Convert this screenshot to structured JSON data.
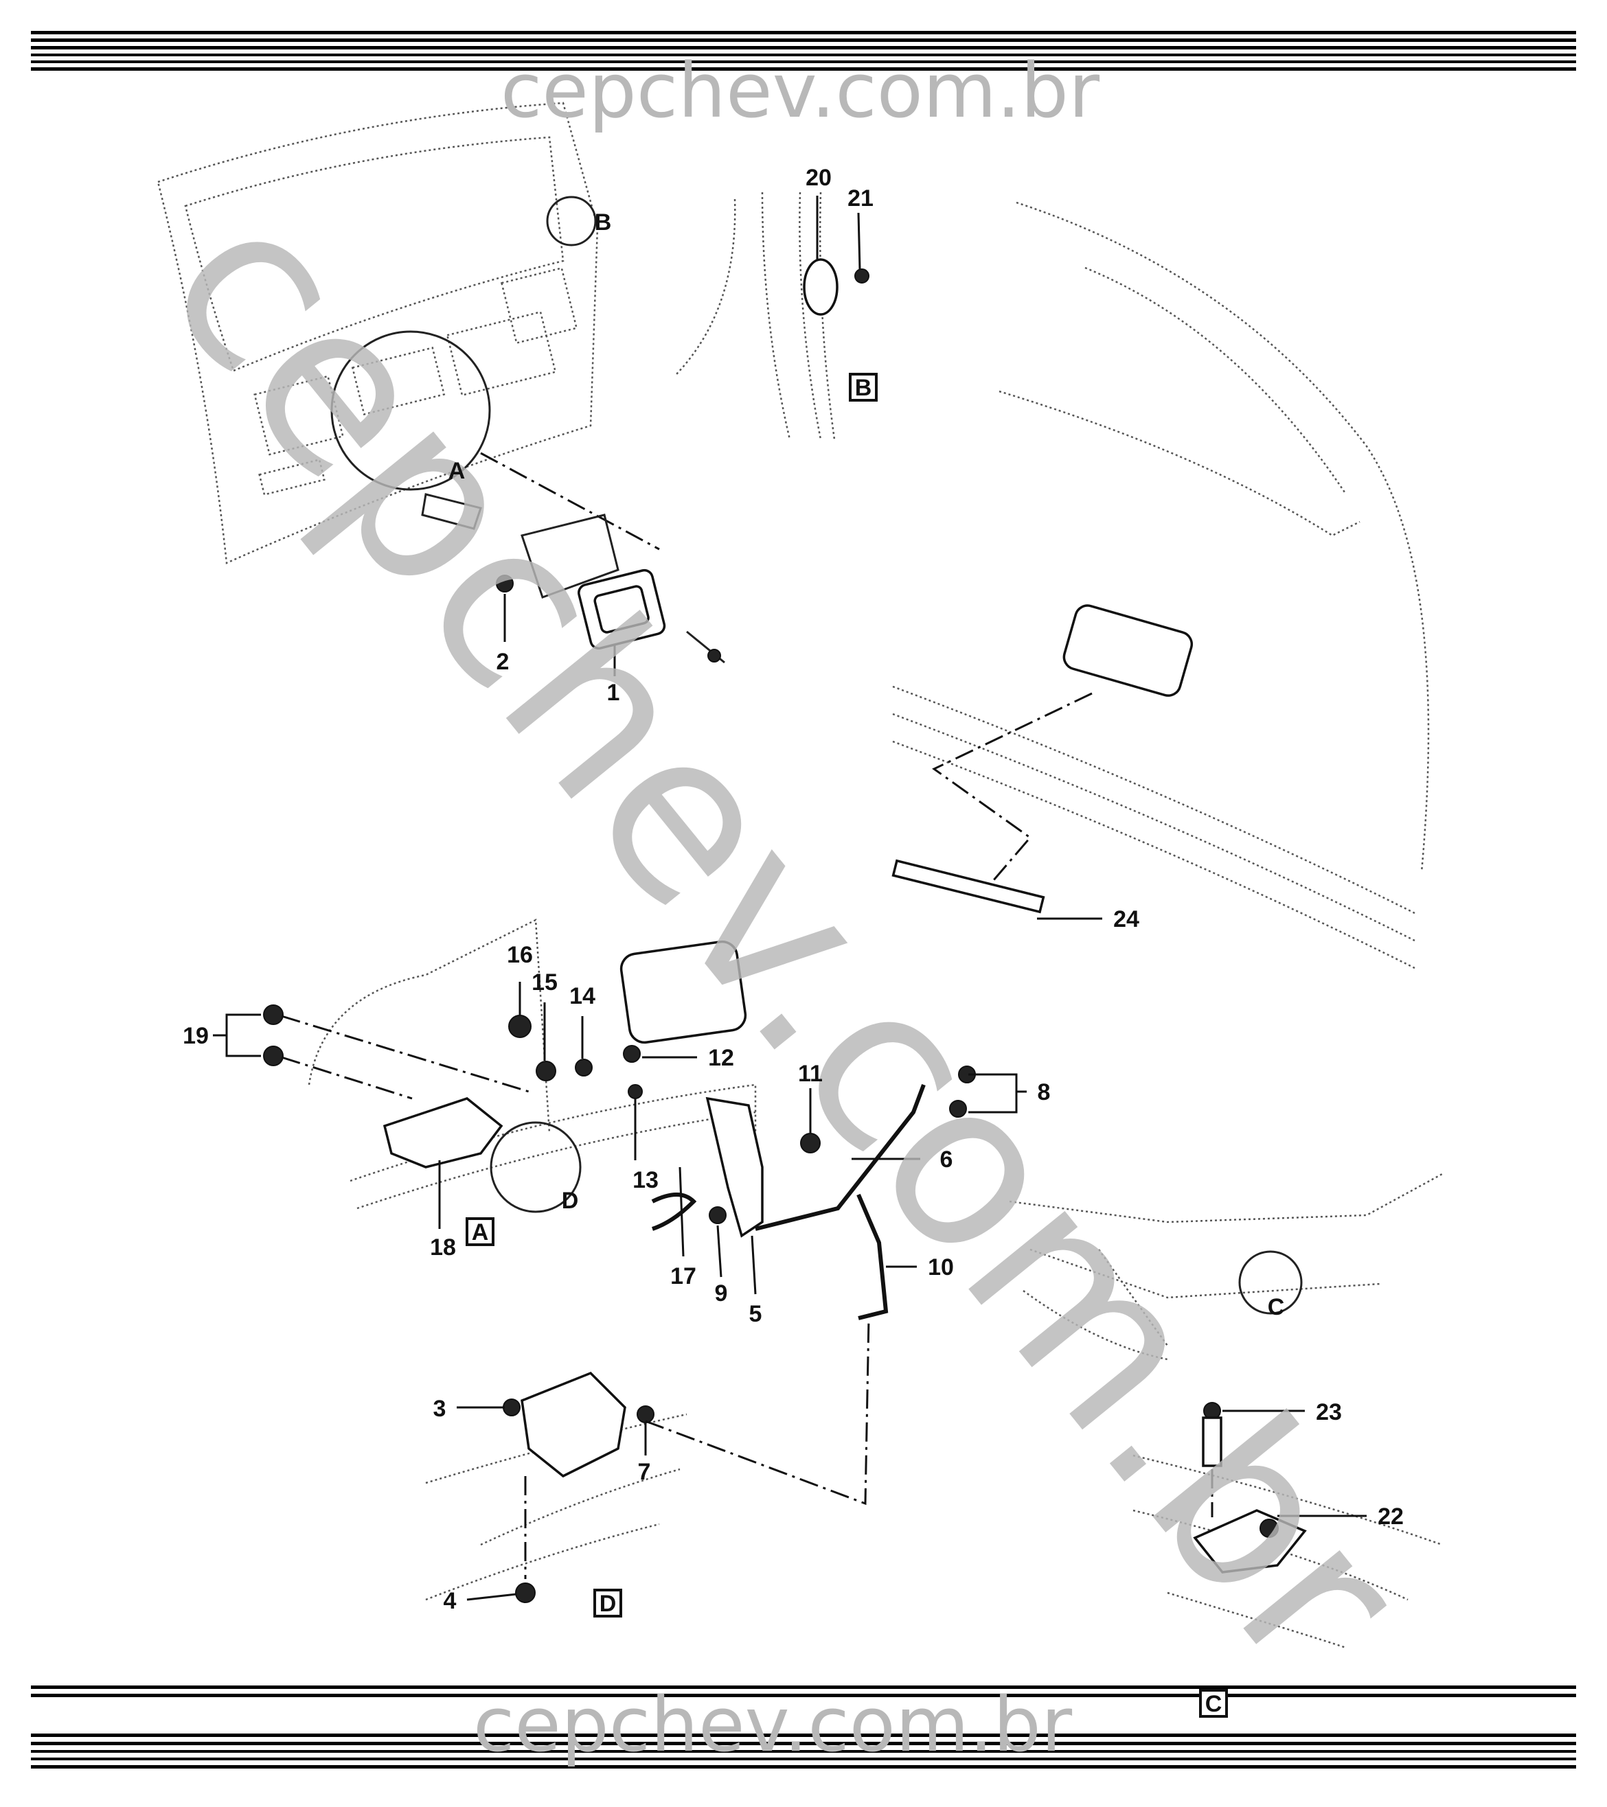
{
  "watermark": {
    "top": "cepchev.com.br",
    "bottom": "cepchev.com.br",
    "diagonal": "cepchev.com.br"
  },
  "detail_boxes": {
    "A": "A",
    "B": "B",
    "C": "C",
    "D": "D"
  },
  "circle_callouts": {
    "A": "A",
    "B": "B",
    "C": "C",
    "D": "D"
  },
  "part_numbers": {
    "p1": "1",
    "p2": "2",
    "p3": "3",
    "p4": "4",
    "p5": "5",
    "p6": "6",
    "p7": "7",
    "p8": "8",
    "p9": "9",
    "p10": "10",
    "p11": "11",
    "p12": "12",
    "p13": "13",
    "p14": "14",
    "p15": "15",
    "p16": "16",
    "p17": "17",
    "p18": "18",
    "p19": "19",
    "p20": "20",
    "p21": "21",
    "p22": "22",
    "p23": "23",
    "p24": "24"
  }
}
